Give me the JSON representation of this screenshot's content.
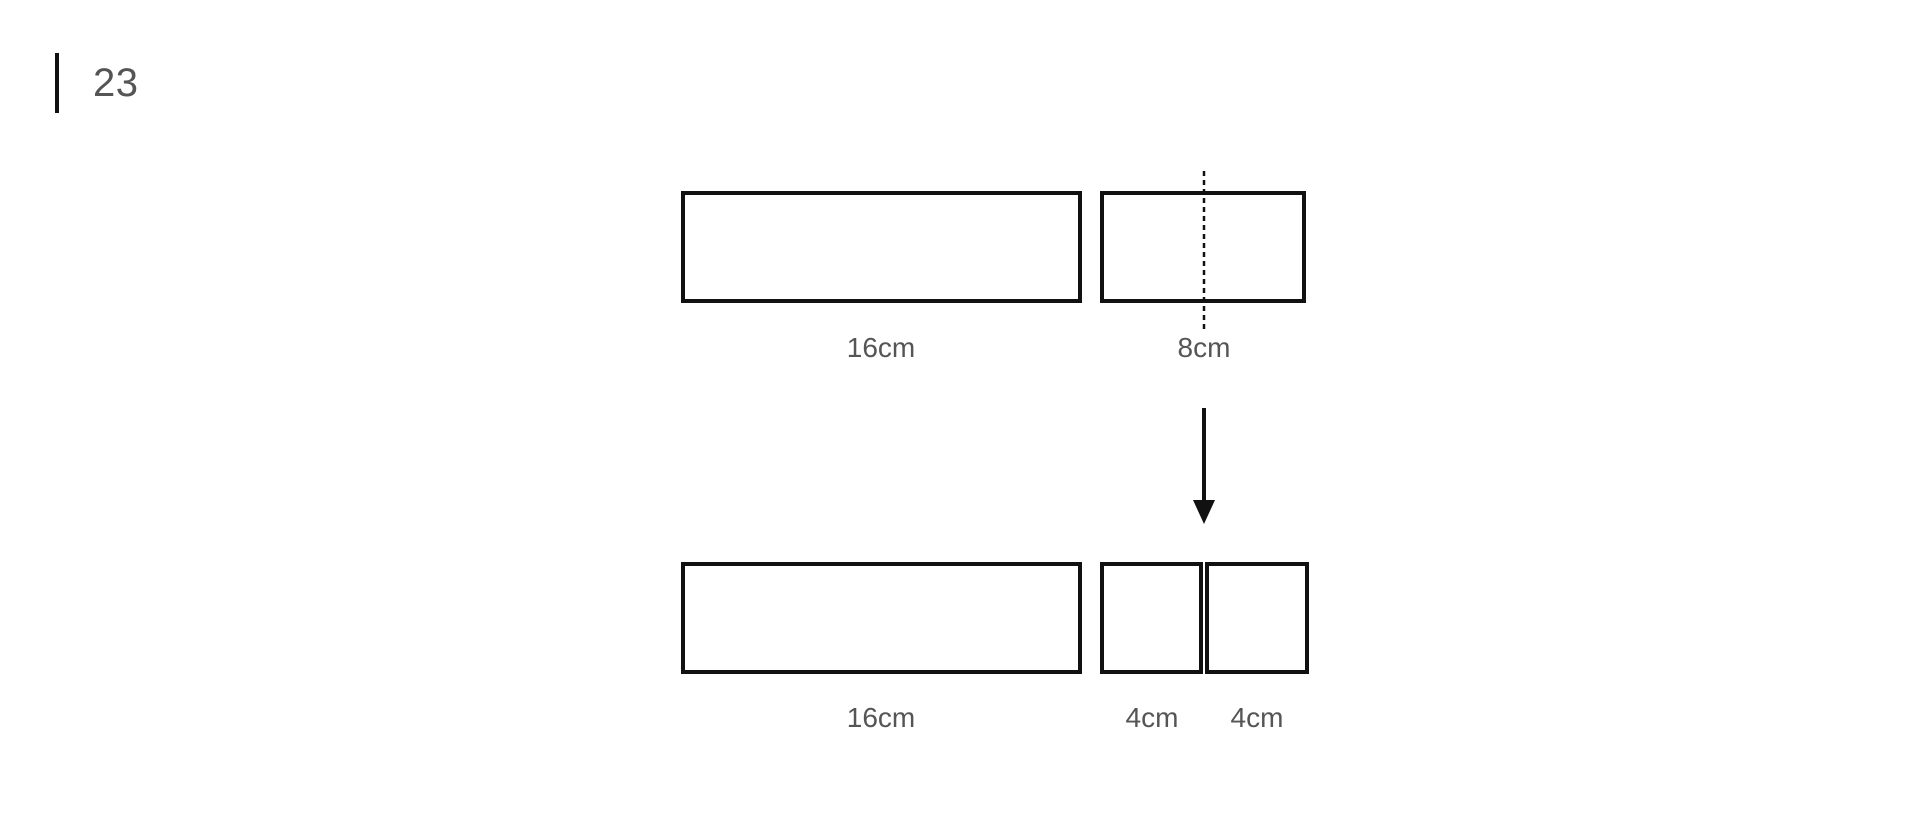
{
  "header": {
    "problem_number": "23"
  },
  "diagram": {
    "before": {
      "labels": [
        "16cm",
        "8cm"
      ]
    },
    "after": {
      "labels": [
        "16cm",
        "4cm",
        "4cm"
      ]
    },
    "colors": {
      "stroke": "#111111",
      "label": "#555555",
      "background": "#ffffff"
    },
    "icons": [
      "down-arrow-icon"
    ]
  }
}
